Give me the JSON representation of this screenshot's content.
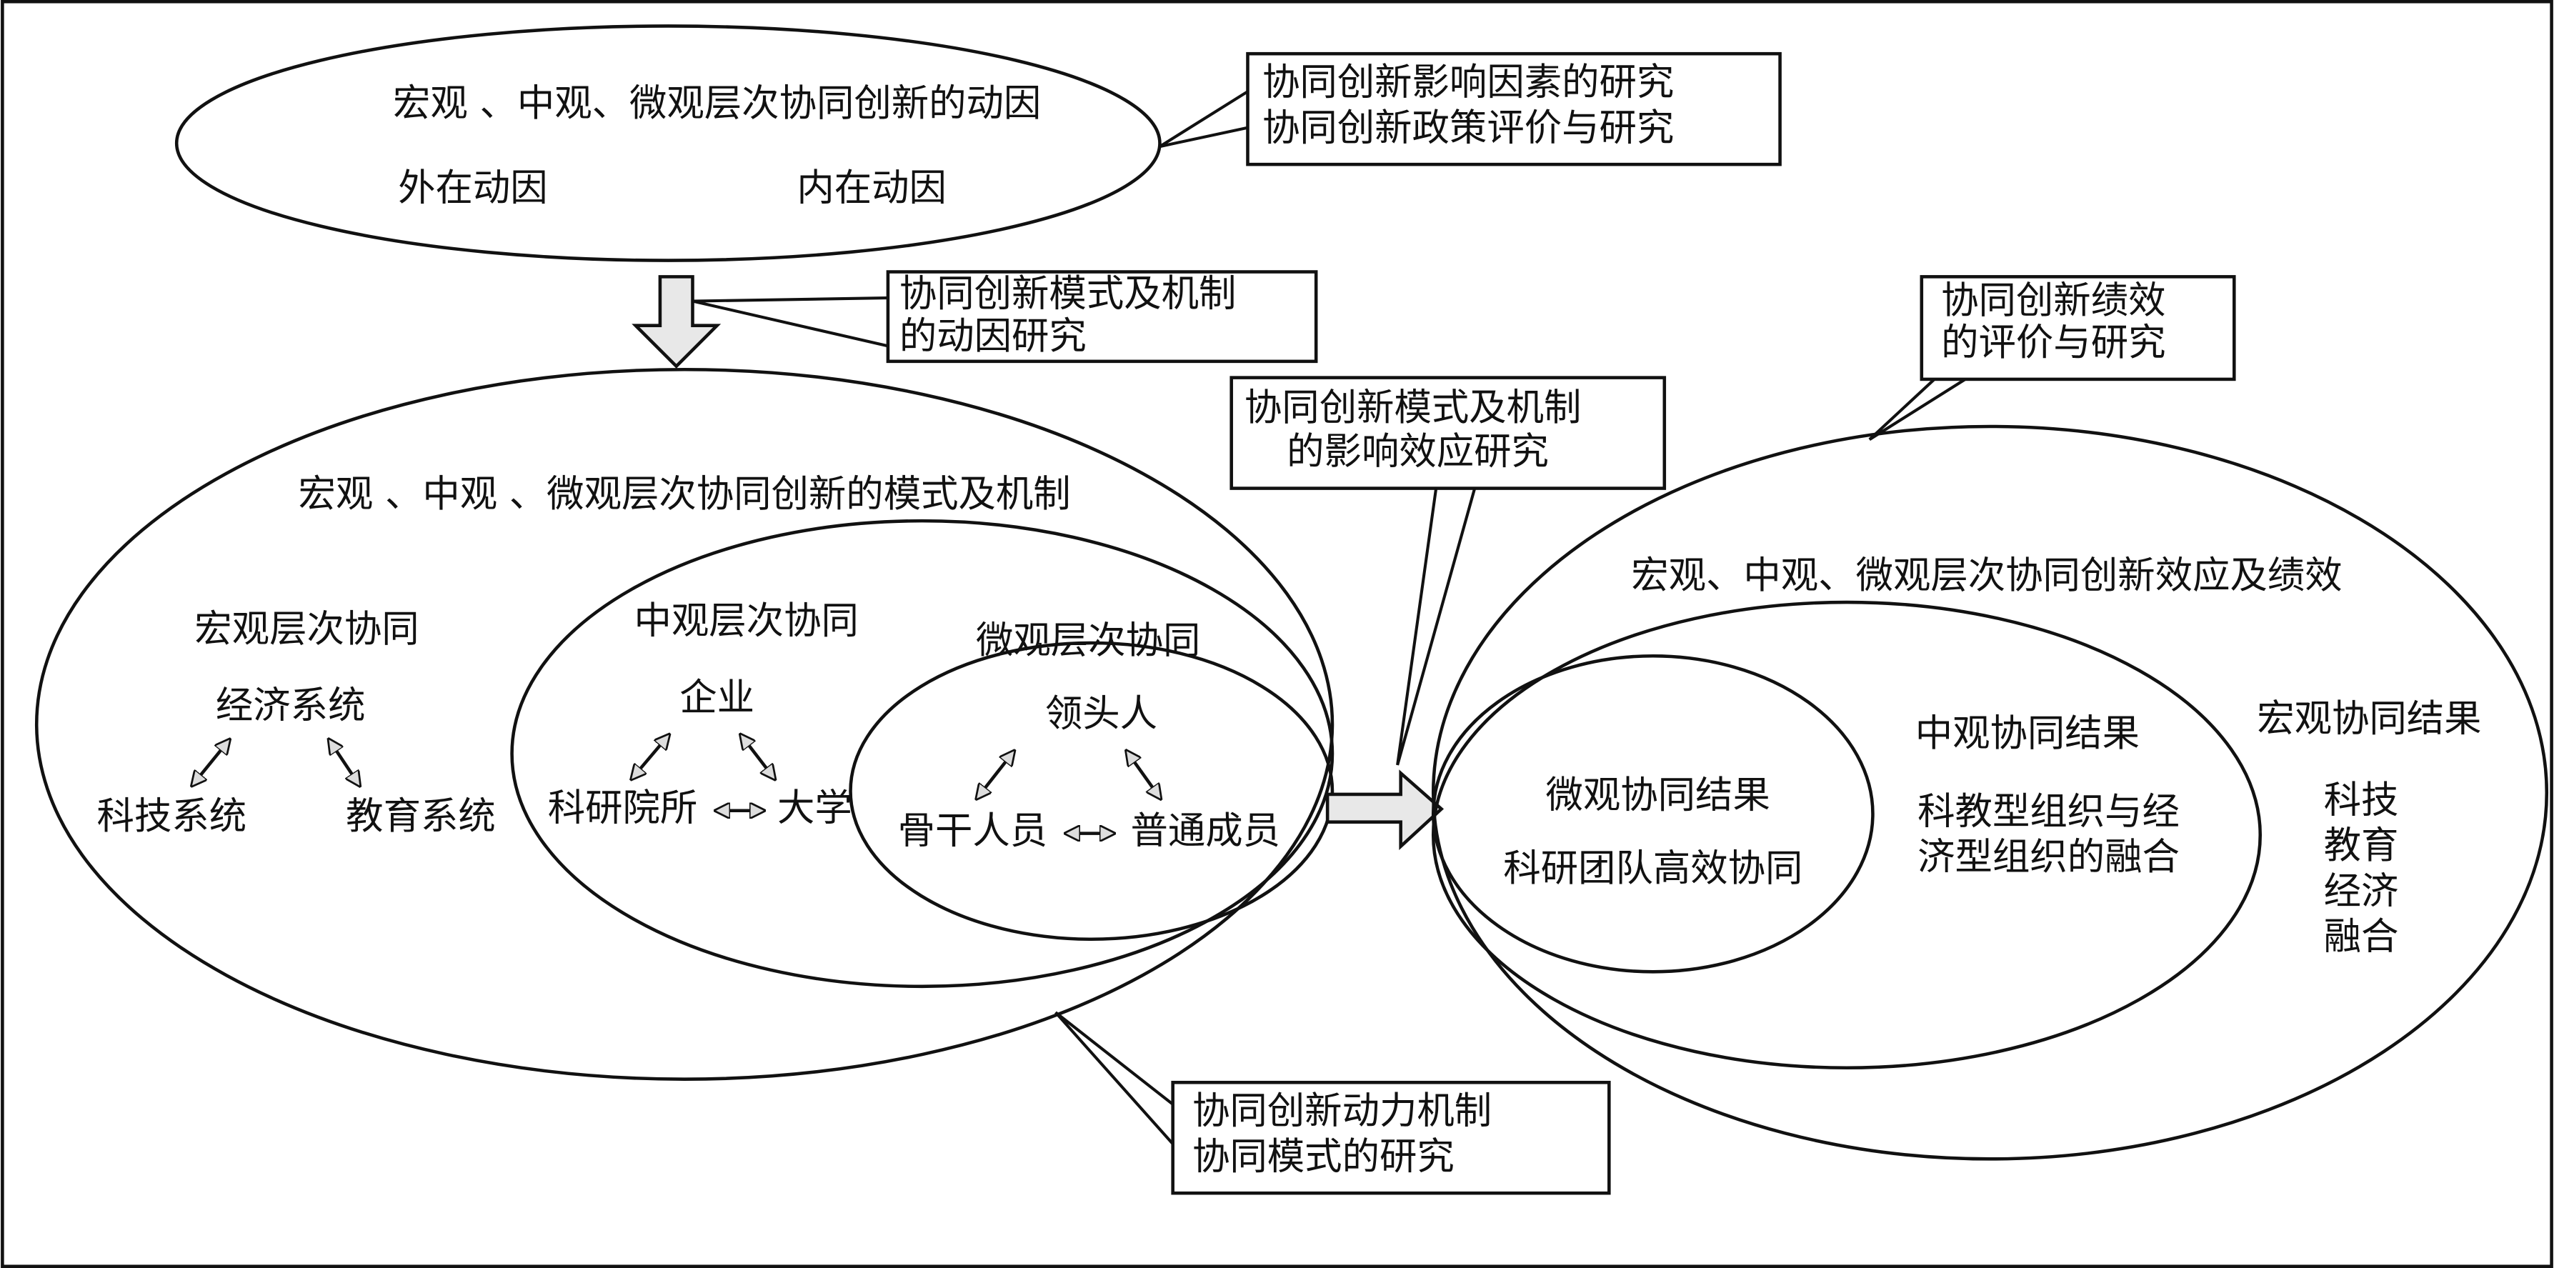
{
  "top": {
    "title": "宏观 、中观、微观层次协同创新的动因",
    "external": "外在动因",
    "internal": "内在动因"
  },
  "callouts": {
    "factors": [
      "协同创新影响因素的研究",
      "协同创新政策评价与研究"
    ],
    "mode_cause": [
      "协同创新模式及机制",
      "的动因研究"
    ],
    "mode_effect": [
      "协同创新模式及机制",
      "的影响效应研究"
    ],
    "performance": [
      "协同创新绩效",
      "的评价与研究"
    ],
    "dynamics": [
      "协同创新动力机制",
      "协同模式的研究"
    ]
  },
  "left": {
    "title": "宏观 、中观 、微观层次协同创新的模式及机制",
    "macro": {
      "title": "宏观层次协同",
      "top": "经济系统",
      "left": "科技系统",
      "right": "教育系统"
    },
    "meso": {
      "title": "中观层次协同",
      "top": "企业",
      "left": "科研院所",
      "right": "大学"
    },
    "micro": {
      "title": "微观层次协同",
      "top": "领头人",
      "left": "骨干人员",
      "right": "普通成员"
    }
  },
  "right": {
    "title": "宏观、中观、微观层次协同创新效应及绩效",
    "micro": {
      "title": "微观协同结果",
      "text": "科研团队高效协同"
    },
    "meso": {
      "title": "中观协同结果",
      "lines": [
        "科教型组织与经",
        "济型组织的融合"
      ]
    },
    "macro": {
      "title": "宏观协同结果",
      "lines": [
        "科技",
        "教育",
        "经济",
        "融合"
      ]
    }
  }
}
